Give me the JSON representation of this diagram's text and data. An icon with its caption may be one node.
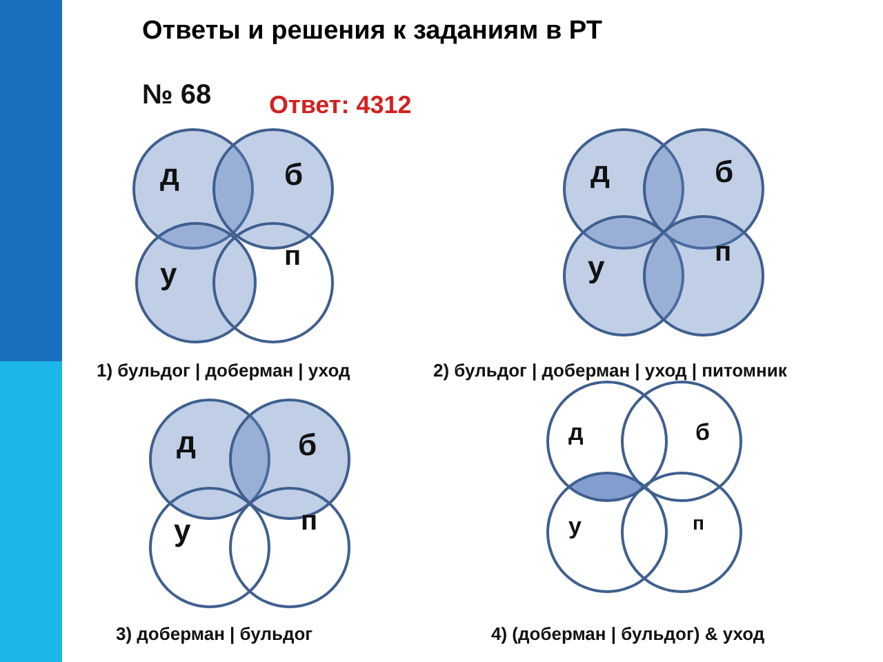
{
  "diagram": {
    "title": "Ответы и решения к заданиям в РТ",
    "nodes": [
      {
        "text": [
          "д"
        ]
      },
      {
        "text": [
          "б"
        ]
      },
      {
        "text": [
          "у"
        ]
      },
      {
        "text": [
          "п"
        ]
      },
      {
        "text": [
          "д"
        ]
      },
      {
        "text": [
          "б"
        ]
      },
      {
        "text": [
          "у"
        ]
      },
      {
        "text": [
          "п"
        ]
      },
      {
        "text": [
          "д"
        ]
      },
      {
        "text": [
          "б"
        ]
      },
      {
        "text": [
          "у"
        ]
      },
      {
        "text": [
          "п"
        ]
      },
      {
        "text": [
          "д"
        ]
      },
      {
        "text": [
          "б"
        ]
      },
      {
        "text": [
          "у"
        ]
      },
      {
        "text": [
          "п"
        ]
      }
    ],
    "edges": [],
    "labels": [
      "№ 68",
      "Ответ:  4312",
      "1) бульдог | доберман | уход",
      "2) бульдог | доберман | уход | питомник",
      "3) доберман | бульдог",
      "4) (доберман | бульдог) & уход"
    ]
  }
}
